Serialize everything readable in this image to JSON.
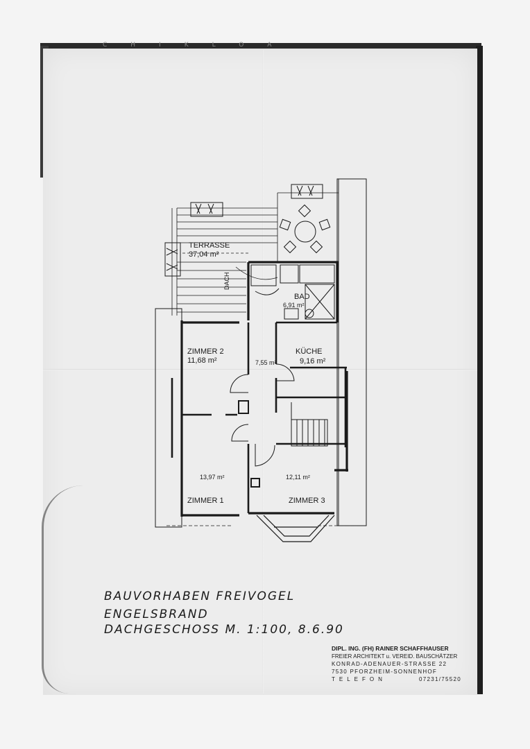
{
  "scan_header_text": "CHIKLOA",
  "rooms": {
    "terrasse": {
      "name": "TERRASSE",
      "area": "37,04 m²"
    },
    "dach": "DACH",
    "bad": {
      "name": "BAD",
      "area": "6,91 m²"
    },
    "zimmer2": {
      "name": "ZIMMER 2",
      "area": "11,68 m²"
    },
    "flur": {
      "area": "7,55 m²"
    },
    "kueche": {
      "name": "KÜCHE",
      "area": "9,16 m²"
    },
    "zimmer1": {
      "name": "ZIMMER 1",
      "area": "13,97 m²"
    },
    "zimmer3": {
      "name": "ZIMMER 3",
      "area": "12,11 m²"
    }
  },
  "handwriting": {
    "line1": "BAUVORHABEN FREIVOGEL",
    "line2": "ENGELSBRAND",
    "line3": "DACHGESCHOSS  M. 1:100,  8.6.90"
  },
  "stamp": {
    "line1": "DIPL. ING. (FH) RAINER SCHAFFHAUSER",
    "line2": "FREIER ARCHITEKT u. VEREID. BAUSCHÄTZER",
    "line3": "KONRAD-ADENAUER-STRASSE 22",
    "line4": "7530 PFORZHEIM-SONNENHOF",
    "line5_label": "TELEFON",
    "line5_number": "07231/75520"
  },
  "colors": {
    "ink": "#1a1a1a",
    "paper": "#ededed",
    "background": "#f4f4f4"
  }
}
